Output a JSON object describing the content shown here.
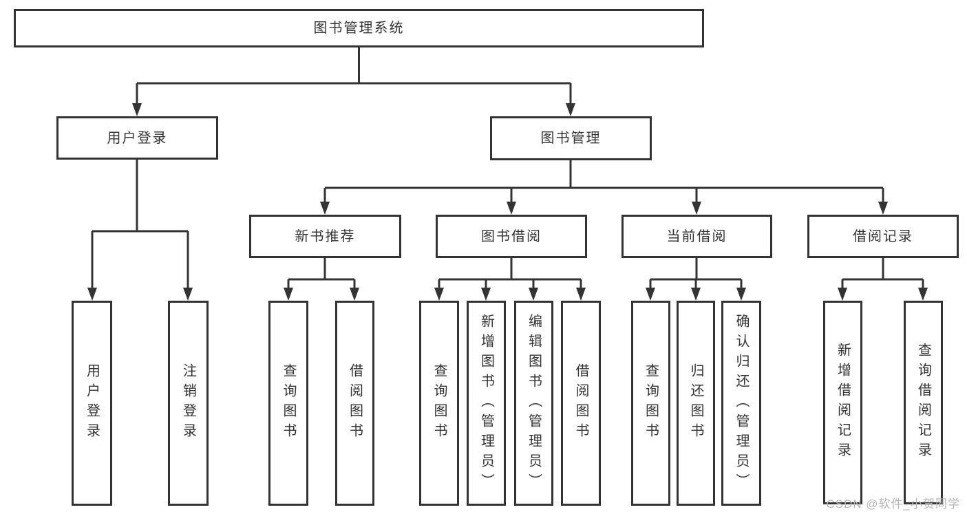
{
  "diagram": {
    "root": {
      "label": "图书管理系统"
    },
    "branches": [
      {
        "label": "用户登录",
        "children": [
          {
            "label": "用户登录"
          },
          {
            "label": "注销登录"
          }
        ]
      },
      {
        "label": "图书管理",
        "children": [
          {
            "label": "新书推荐",
            "children": [
              {
                "label": "查询图书"
              },
              {
                "label": "借阅图书"
              }
            ]
          },
          {
            "label": "图书借阅",
            "children": [
              {
                "label": "查询图书"
              },
              {
                "label": "新增图书（管理员）"
              },
              {
                "label": "编辑图书（管理员）"
              },
              {
                "label": "借阅图书"
              }
            ]
          },
          {
            "label": "当前借阅",
            "children": [
              {
                "label": "查询图书"
              },
              {
                "label": "归还图书"
              },
              {
                "label": "确认归还（管理员）"
              }
            ]
          },
          {
            "label": "借阅记录",
            "children": [
              {
                "label": "新增借阅记录"
              },
              {
                "label": "查询借阅记录"
              }
            ]
          }
        ]
      }
    ],
    "watermark": "CSDN @软件_小贺同学",
    "colors": {
      "line": "#333333",
      "text": "#333333",
      "watermark": "#b5b5b5",
      "background": "#ffffff"
    }
  }
}
